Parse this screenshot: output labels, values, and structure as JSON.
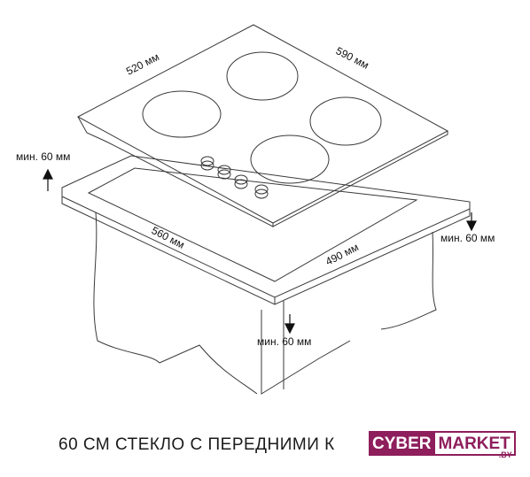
{
  "labels": {
    "width_top": "520 мм",
    "depth_top": "590 мм",
    "min_left": "мин. 60 мм",
    "min_right": "мин. 60 мм",
    "min_front": "мин. 60 мм",
    "cutout_width": "560 мм",
    "cutout_depth": "490 мм"
  },
  "caption": "60 СМ СТЕКЛО С ПЕРЕДНИМИ К",
  "logo": {
    "part1": "CYBER",
    "part2": "MARKET",
    "tld": ".BY",
    "color": "#8e1e5c"
  },
  "colors": {
    "line": "#3a3a3a",
    "text": "#111111"
  }
}
